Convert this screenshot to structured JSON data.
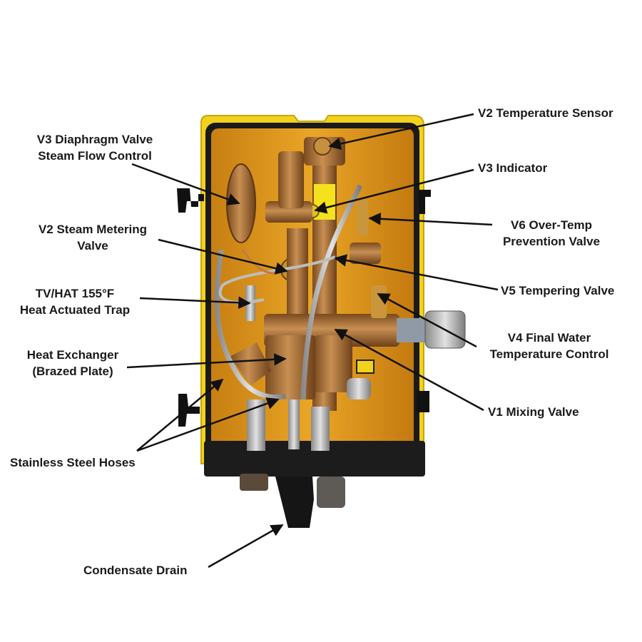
{
  "labels": {
    "v3_diaphragm": [
      "V3 Diaphragm Valve",
      "Steam Flow Control"
    ],
    "v2_metering": [
      "V2 Steam Metering",
      "Valve"
    ],
    "tv_hat": [
      "TV/HAT 155°F",
      "Heat Actuated Trap"
    ],
    "heat_exchanger": [
      "Heat Exchanger",
      "(Brazed Plate)"
    ],
    "stainless_hoses": "Stainless Steel Hoses",
    "condensate_drain": "Condensate Drain",
    "v2_temp_sensor": "V2 Temperature Sensor",
    "v3_indicator": "V3 Indicator",
    "v6_over_temp": [
      "V6 Over-Temp",
      "Prevention Valve"
    ],
    "v5_tempering": "V5 Tempering Valve",
    "v4_final": [
      "V4 Final Water",
      "Temperature Control"
    ],
    "v1_mixing": "V1 Mixing Valve"
  },
  "colors": {
    "cabinet_yellow": "#f2d21b",
    "interior_orange": "#e6a11e",
    "brass": "#b07a3c",
    "steel": "#b9b9b9",
    "base_black": "#1c1c1c",
    "leader_line": "#111111"
  }
}
